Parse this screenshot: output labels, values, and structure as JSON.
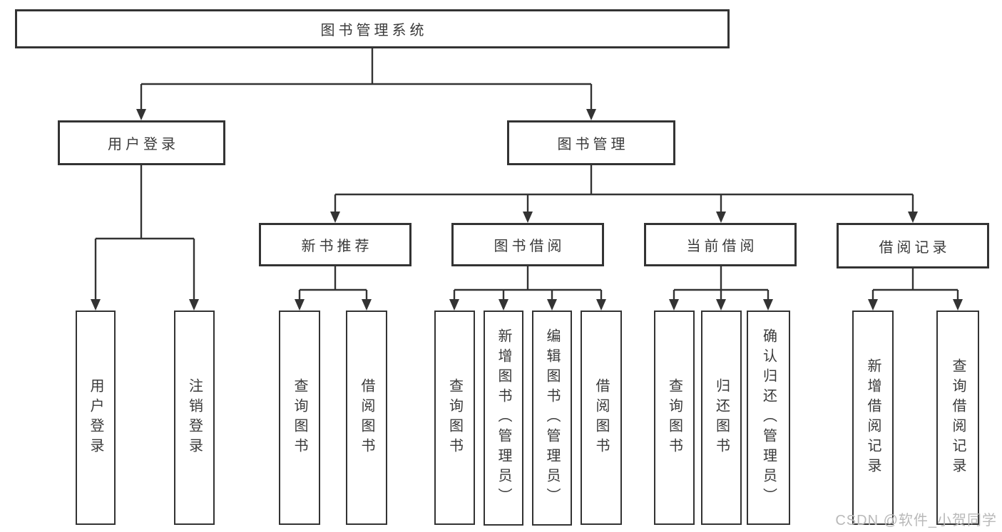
{
  "diagram": {
    "type": "tree",
    "root": {
      "label": "图书管理系统"
    },
    "level2": [
      {
        "label": "用户登录"
      },
      {
        "label": "图书管理"
      }
    ],
    "level3": [
      {
        "label": "新书推荐",
        "parent": "图书管理"
      },
      {
        "label": "图书借阅",
        "parent": "图书管理"
      },
      {
        "label": "当前借阅",
        "parent": "图书管理"
      },
      {
        "label": "借阅记录",
        "parent": "图书管理"
      }
    ],
    "leaves": [
      {
        "label": "用户登录",
        "parent": "用户登录"
      },
      {
        "label": "注销登录",
        "parent": "用户登录"
      },
      {
        "label": "查询图书",
        "parent": "新书推荐"
      },
      {
        "label": "借阅图书",
        "parent": "新书推荐"
      },
      {
        "label": "查询图书",
        "parent": "图书借阅"
      },
      {
        "label": "新增图书（管理员）",
        "parent": "图书借阅"
      },
      {
        "label": "编辑图书（管理员）",
        "parent": "图书借阅"
      },
      {
        "label": "借阅图书",
        "parent": "图书借阅"
      },
      {
        "label": "查询图书",
        "parent": "当前借阅"
      },
      {
        "label": "归还图书",
        "parent": "当前借阅"
      },
      {
        "label": "确认归还（管理员）",
        "parent": "当前借阅"
      },
      {
        "label": "新增借阅记录",
        "parent": "借阅记录"
      },
      {
        "label": "查询借阅记录",
        "parent": "借阅记录"
      }
    ]
  },
  "watermark": {
    "text": "CSDN @软件_小贺同学"
  },
  "colors": {
    "line": "#333333",
    "box_border": "#333333",
    "text": "#3a3a3a",
    "watermark": "#b9b9b9",
    "background": "#ffffff"
  }
}
